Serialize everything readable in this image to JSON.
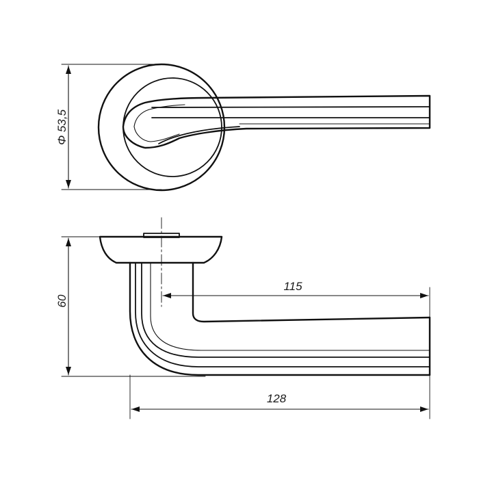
{
  "dimensions": {
    "rose_diameter": "Φ 53,5",
    "height": "60",
    "lever_reach": "115",
    "overall_length": "128"
  },
  "colors": {
    "line": "#111111",
    "background": "#ffffff"
  }
}
